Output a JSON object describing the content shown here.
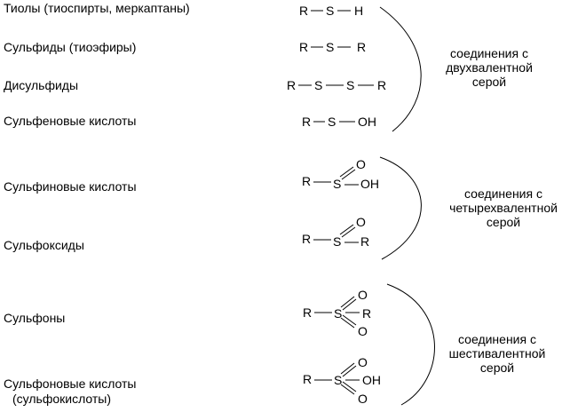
{
  "names": {
    "thiols": "Тиолы (тиоспирты, меркаптаны)",
    "sulfides": "Сульфиды (тиоэфиры)",
    "disulfides": "Дисульфиды",
    "sulfenic_acids": "Сульфеновые кислоты",
    "sulfinic_acids": "Сульфиновые кислоты",
    "sulfoxides": "Сульфоксиды",
    "sulfones": "Сульфоны",
    "sulfonic_acids_line1": "Сульфоновые кислоты",
    "sulfonic_acids_line2": "(сульфокислоты)"
  },
  "groups": {
    "divalent": [
      "соединения с",
      "двухвалентной",
      "серой"
    ],
    "tetravalent": [
      "соединения с",
      "четырехвалентной",
      "серой"
    ],
    "hexavalent": [
      "соединения с",
      "шестивалентной",
      "серой"
    ]
  },
  "atoms": {
    "R": "R",
    "S": "S",
    "H": "H",
    "O": "O",
    "OH": "OH"
  }
}
